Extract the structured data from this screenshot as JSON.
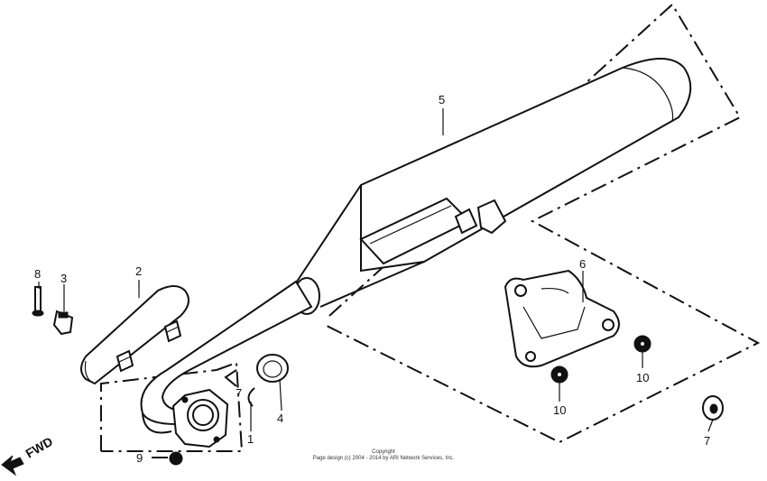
{
  "fwd_label": "FWD",
  "copyright": {
    "line1": "Copyright",
    "line2": "Page design (c) 2004 - 2014 by ARI Network Services, Inc."
  },
  "callouts": {
    "c1": "1",
    "c2": "2",
    "c3": "3",
    "c4": "4",
    "c5": "5",
    "c6": "6",
    "c7a": "7",
    "c7b": "7",
    "c8": "8",
    "c9": "9",
    "c10a": "10",
    "c10b": "10"
  }
}
